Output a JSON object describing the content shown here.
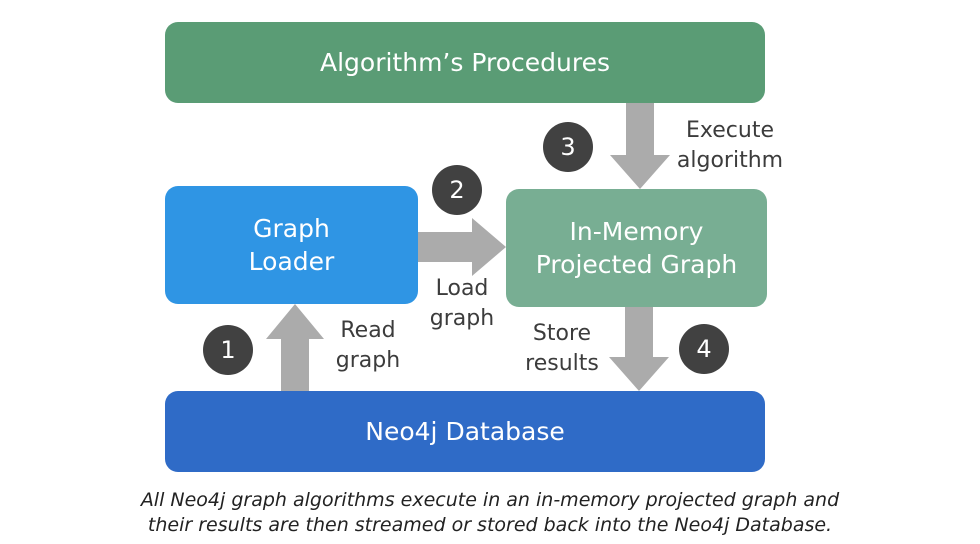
{
  "boxes": {
    "procedures": "Algorithm’s Procedures",
    "loader": [
      "Graph",
      "Loader"
    ],
    "memory": [
      "In-Memory",
      "Projected Graph"
    ],
    "database": "Neo4j Database"
  },
  "steps": [
    {
      "number": "1",
      "label": [
        "Read",
        "graph"
      ]
    },
    {
      "number": "2",
      "label": [
        "Load",
        "graph"
      ]
    },
    {
      "number": "3",
      "label": [
        "Execute",
        "algorithm"
      ]
    },
    {
      "number": "4",
      "label": [
        "Store",
        "results"
      ]
    }
  ],
  "caption": [
    "All Neo4j graph algorithms execute in an in-memory projected graph and",
    "their results are then streamed or stored back into the Neo4j Database."
  ],
  "colors": {
    "procedures": "#5a9c75",
    "loader": "#2f95e4",
    "memory": "#78ae93",
    "database": "#2f6bc7",
    "arrow": "#ababab",
    "badge": "#414141"
  }
}
